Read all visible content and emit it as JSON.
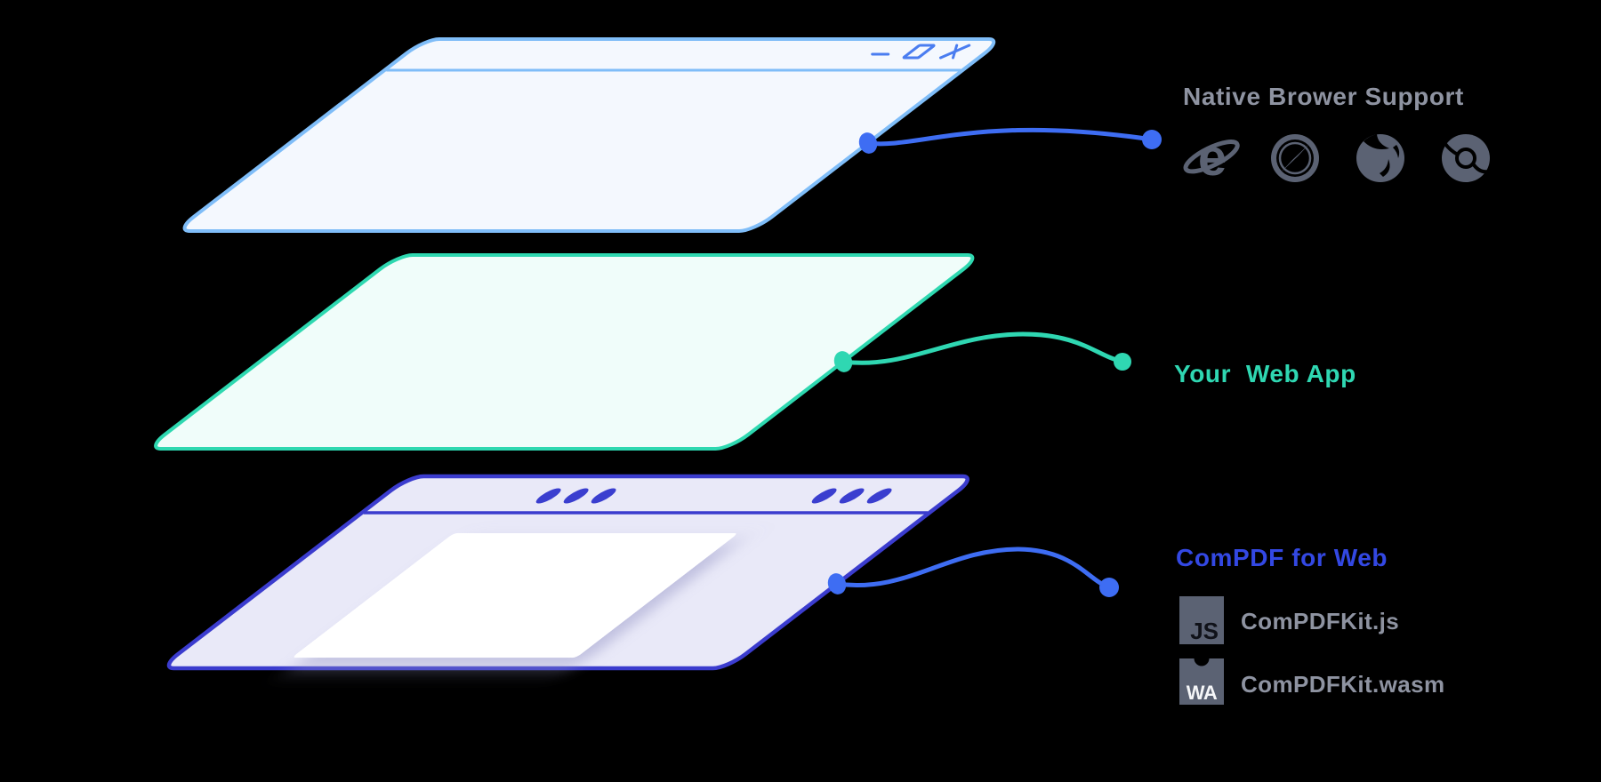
{
  "colors": {
    "bg": "#000000",
    "sky": "#7fbdf8",
    "sky_fill": "#f4f8fe",
    "blue_ctrl": "#4a7df0",
    "blue_line": "#3e6df3",
    "teal": "#2ed8b0",
    "teal_fill": "#f0fdfa",
    "teal_text": "#2fd7b2",
    "indigo": "#3b3cce",
    "indigo_fill": "#e9e9f8",
    "indigo_dot": "#3a3ecf",
    "compdf_blue": "#3348e3",
    "gray_text": "#8e93a1",
    "title_gray": "#8e93a1",
    "icon_gray": "#5b6273"
  },
  "browser_support": {
    "title": "Native Brower Support",
    "icons": [
      "internet-explorer-icon",
      "safari-icon",
      "firefox-icon",
      "chrome-icon"
    ]
  },
  "web_app": {
    "label": "Your  Web App"
  },
  "compdf": {
    "title": "ComPDF for Web",
    "items": [
      {
        "icon": "javascript-badge-icon",
        "badge": "JS",
        "label": "ComPDFKit.js"
      },
      {
        "icon": "webassembly-badge-icon",
        "badge": "WA",
        "label": "ComPDFKit.wasm"
      }
    ]
  },
  "window_controls": [
    "minimize-icon",
    "maximize-icon",
    "close-icon"
  ]
}
